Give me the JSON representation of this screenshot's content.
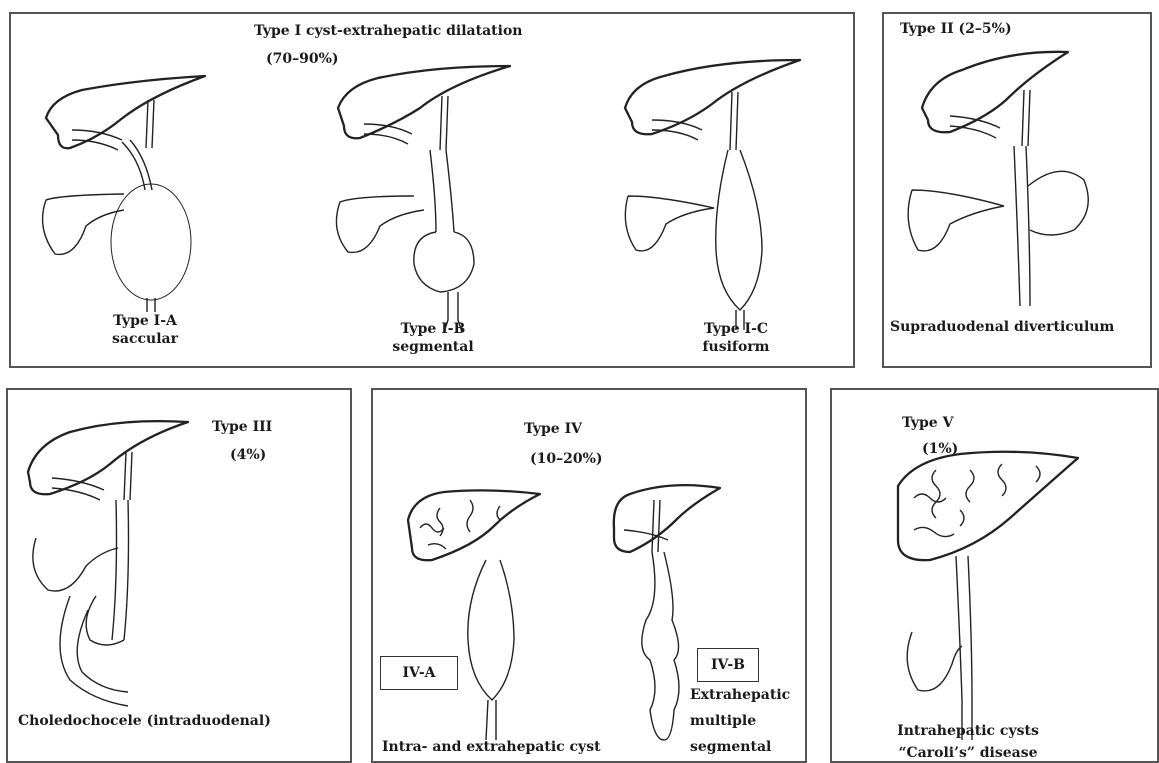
{
  "panel_type1": {
    "title": "Type I cyst-extrahepatic dilatation",
    "percent": "(70–90%)",
    "subtypes": [
      {
        "name": "Type I-A",
        "desc": "saccular"
      },
      {
        "name": "Type I-B",
        "desc": "segmental"
      },
      {
        "name": "Type I-C",
        "desc": "fusiform"
      }
    ]
  },
  "panel_type2": {
    "title": "Type II (2–5%)",
    "caption": "Supraduodenal diverticulum"
  },
  "panel_type3": {
    "title": "Type III",
    "percent": "(4%)",
    "caption": "Choledochocele (intraduodenal)"
  },
  "panel_type4": {
    "title": "Type IV",
    "percent": "(10–20%)",
    "box_a": "IV-A",
    "box_b": "IV-B",
    "caption_a": "Intra- and extrahepatic cyst",
    "caption_b_lines": [
      "Extrahepatic",
      "multiple",
      "segmental"
    ]
  },
  "panel_type5": {
    "title": "Type V",
    "percent": "(1%)",
    "caption_lines": [
      "Intrahepatic cysts",
      "“Caroli’s” disease"
    ]
  }
}
